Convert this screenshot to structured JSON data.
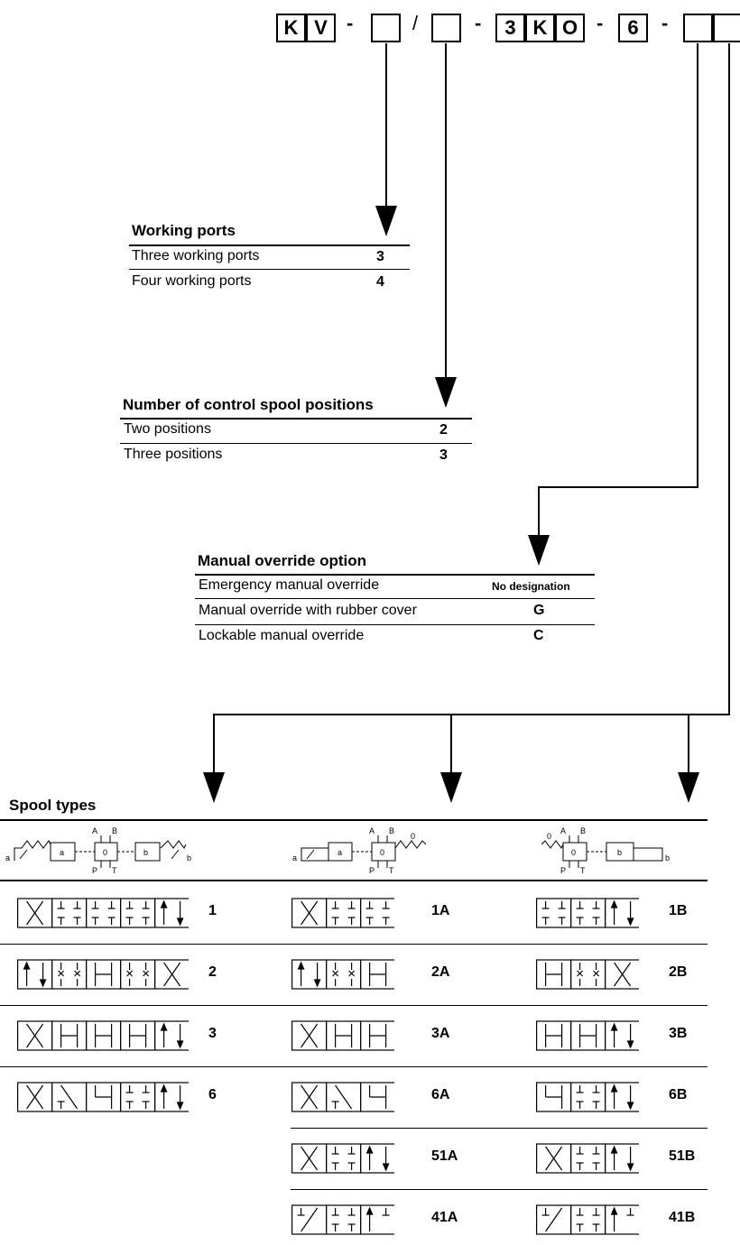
{
  "type_code": {
    "segments": [
      "K",
      "V",
      "-",
      "",
      "/",
      "",
      "-",
      "3",
      "K",
      "O",
      "-",
      "6",
      "-",
      "",
      ""
    ]
  },
  "working_ports": {
    "title": "Working ports",
    "rows": [
      {
        "label": "Three working ports",
        "value": "3"
      },
      {
        "label": "Four working ports",
        "value": "4"
      }
    ]
  },
  "spool_positions": {
    "title": "Number of control spool positions",
    "rows": [
      {
        "label": "Two positions",
        "value": "2"
      },
      {
        "label": "Three positions",
        "value": "3"
      }
    ]
  },
  "manual_override": {
    "title": "Manual override option",
    "rows": [
      {
        "label": "Emergency manual override",
        "value": "No designation"
      },
      {
        "label": "Manual override with rubber cover",
        "value": "G"
      },
      {
        "label": "Lockable manual override",
        "value": "C"
      }
    ]
  },
  "spool_types": {
    "title": "Spool types",
    "header_symbols": {
      "col1": {
        "a": "a",
        "b": "b",
        "A": "A",
        "B": "B",
        "P": "P",
        "T": "T",
        "center": "0",
        "box_a": "a",
        "box_b": "b"
      },
      "col2": {
        "a": "a",
        "A": "A",
        "B": "B",
        "P": "P",
        "T": "T",
        "center": "0",
        "box_a": "a",
        "zero": "0"
      },
      "col3": {
        "b": "b",
        "A": "A",
        "B": "B",
        "P": "P",
        "T": "T",
        "center": "0",
        "box_b": "b",
        "zero": "0"
      }
    },
    "col1": [
      "1",
      "2",
      "3",
      "6"
    ],
    "col2": [
      "1A",
      "2A",
      "3A",
      "6A",
      "51A",
      "41A"
    ],
    "col3": [
      "1B",
      "2B",
      "3B",
      "6B",
      "51B",
      "41B"
    ]
  }
}
